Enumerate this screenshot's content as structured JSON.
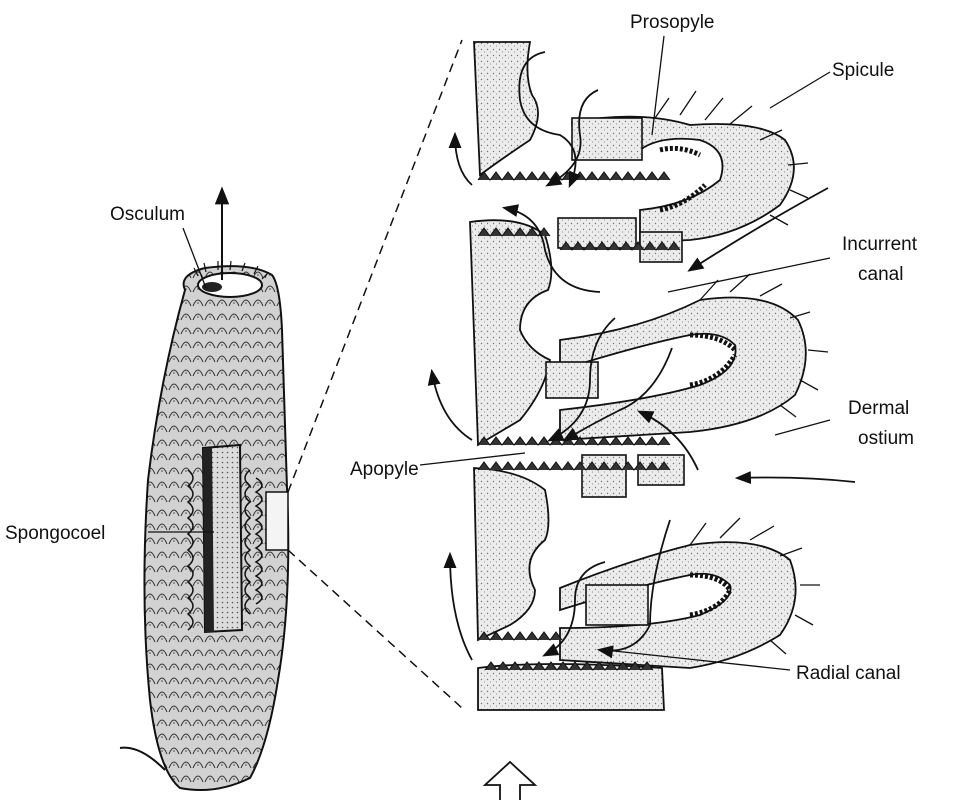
{
  "diagram": {
    "labels": {
      "osculum": "Osculum",
      "spongocoel": "Spongocoel",
      "prosopyle": "Prosopyle",
      "spicule": "Spicule",
      "incurrent_canal": [
        "Incurrent",
        "canal"
      ],
      "dermal_ostium": [
        "Dermal",
        "ostium"
      ],
      "apopyle": "Apopyle",
      "radial_canal": "Radial canal"
    }
  },
  "colors": {
    "ink": "#111111",
    "stipple_fill": "#e9e9e9",
    "body_fill": "#cfcfcf",
    "background": "#ffffff"
  }
}
